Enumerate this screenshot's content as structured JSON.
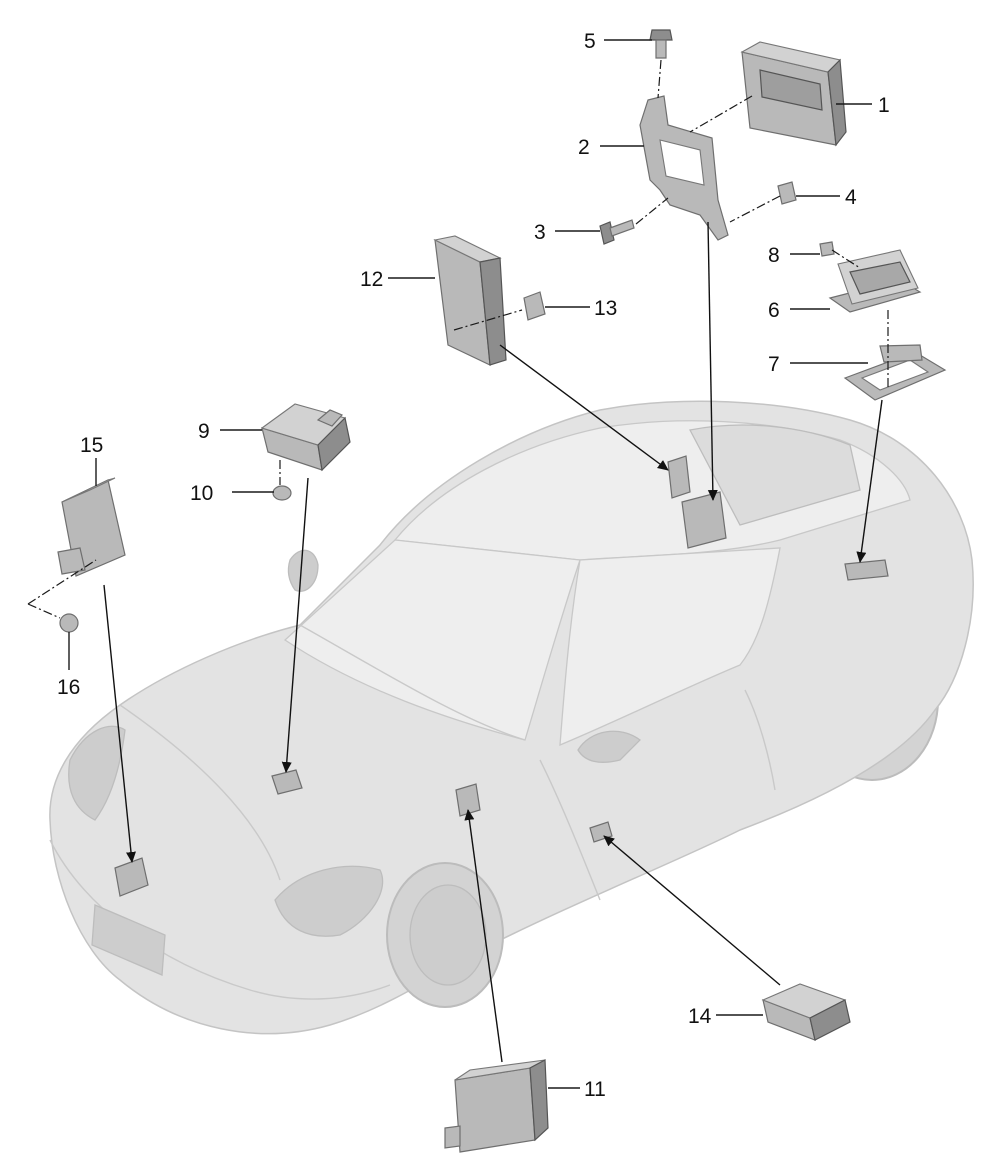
{
  "diagram": {
    "parts": [
      {
        "id": "part-1",
        "label": "1"
      },
      {
        "id": "part-2",
        "label": "2"
      },
      {
        "id": "part-3",
        "label": "3"
      },
      {
        "id": "part-4",
        "label": "4"
      },
      {
        "id": "part-5",
        "label": "5"
      },
      {
        "id": "part-6",
        "label": "6"
      },
      {
        "id": "part-7",
        "label": "7"
      },
      {
        "id": "part-8",
        "label": "8"
      },
      {
        "id": "part-9",
        "label": "9"
      },
      {
        "id": "part-10",
        "label": "10"
      },
      {
        "id": "part-11",
        "label": "11"
      },
      {
        "id": "part-12",
        "label": "12"
      },
      {
        "id": "part-13",
        "label": "13"
      },
      {
        "id": "part-14",
        "label": "14"
      },
      {
        "id": "part-15",
        "label": "15"
      },
      {
        "id": "part-16",
        "label": "16"
      }
    ]
  },
  "colors": {
    "background": "#ffffff",
    "car": "#e3e3e3",
    "component": "#b9b9b9",
    "line": "#1a1a1a"
  }
}
